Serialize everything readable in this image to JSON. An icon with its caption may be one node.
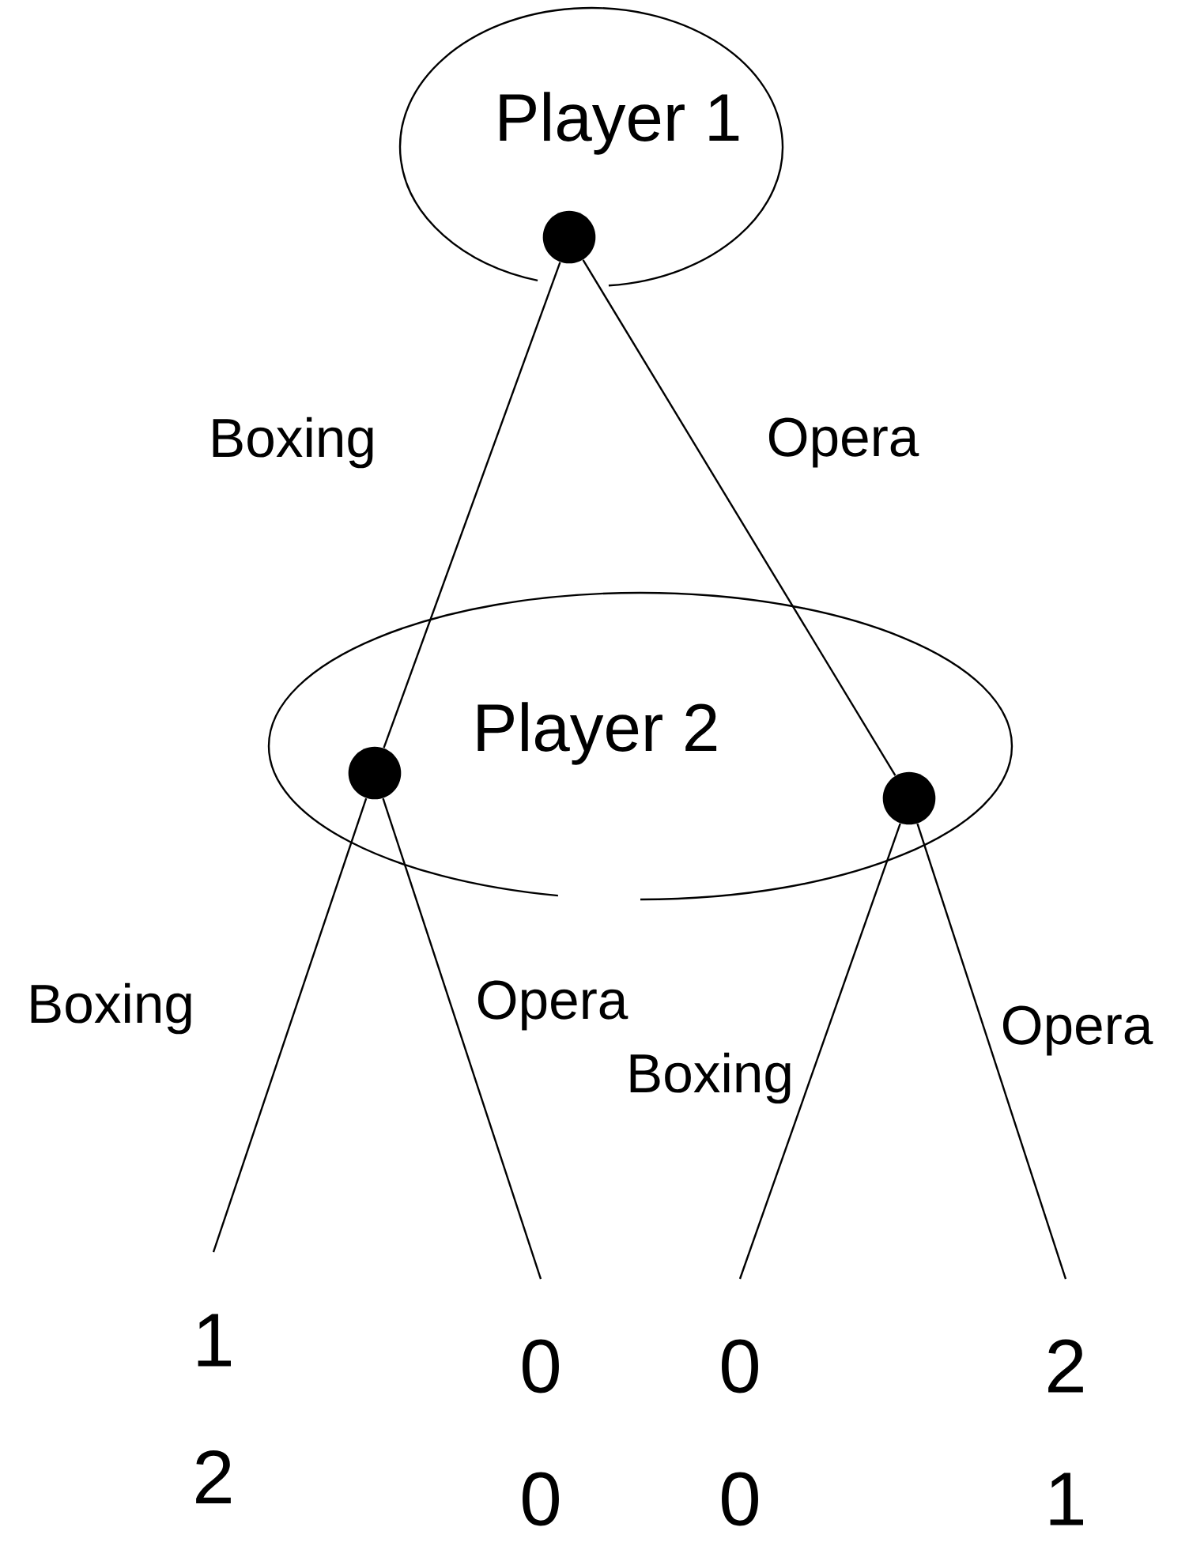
{
  "diagram": {
    "nodes": [
      {
        "text": [
          "Player 1"
        ]
      },
      {
        "text": [],
        "shape": "circle",
        "in": 0
      },
      {
        "text": [
          "Player 2"
        ]
      },
      {
        "text": [],
        "shape": "circle",
        "in": 2
      },
      {
        "text": [],
        "shape": "circle",
        "in": 2
      },
      {
        "text": [
          "1",
          "2"
        ]
      },
      {
        "text": [
          "0",
          "0"
        ]
      },
      {
        "text": [
          "0",
          "0"
        ]
      },
      {
        "text": [
          "2",
          "1"
        ]
      }
    ],
    "edges": [
      {
        "from": 1,
        "to": 3,
        "arrow": "none",
        "label": "Boxing"
      },
      {
        "from": 1,
        "to": 4,
        "arrow": "none",
        "label": "Opera"
      },
      {
        "from": 3,
        "to": 5,
        "arrow": "none",
        "label": "Boxing"
      },
      {
        "from": 3,
        "to": 6,
        "arrow": "none",
        "label": "Opera"
      },
      {
        "from": 4,
        "to": 7,
        "arrow": "none",
        "label": "Boxing"
      },
      {
        "from": 4,
        "to": 8,
        "arrow": "none",
        "label": "Opera"
      }
    ]
  }
}
